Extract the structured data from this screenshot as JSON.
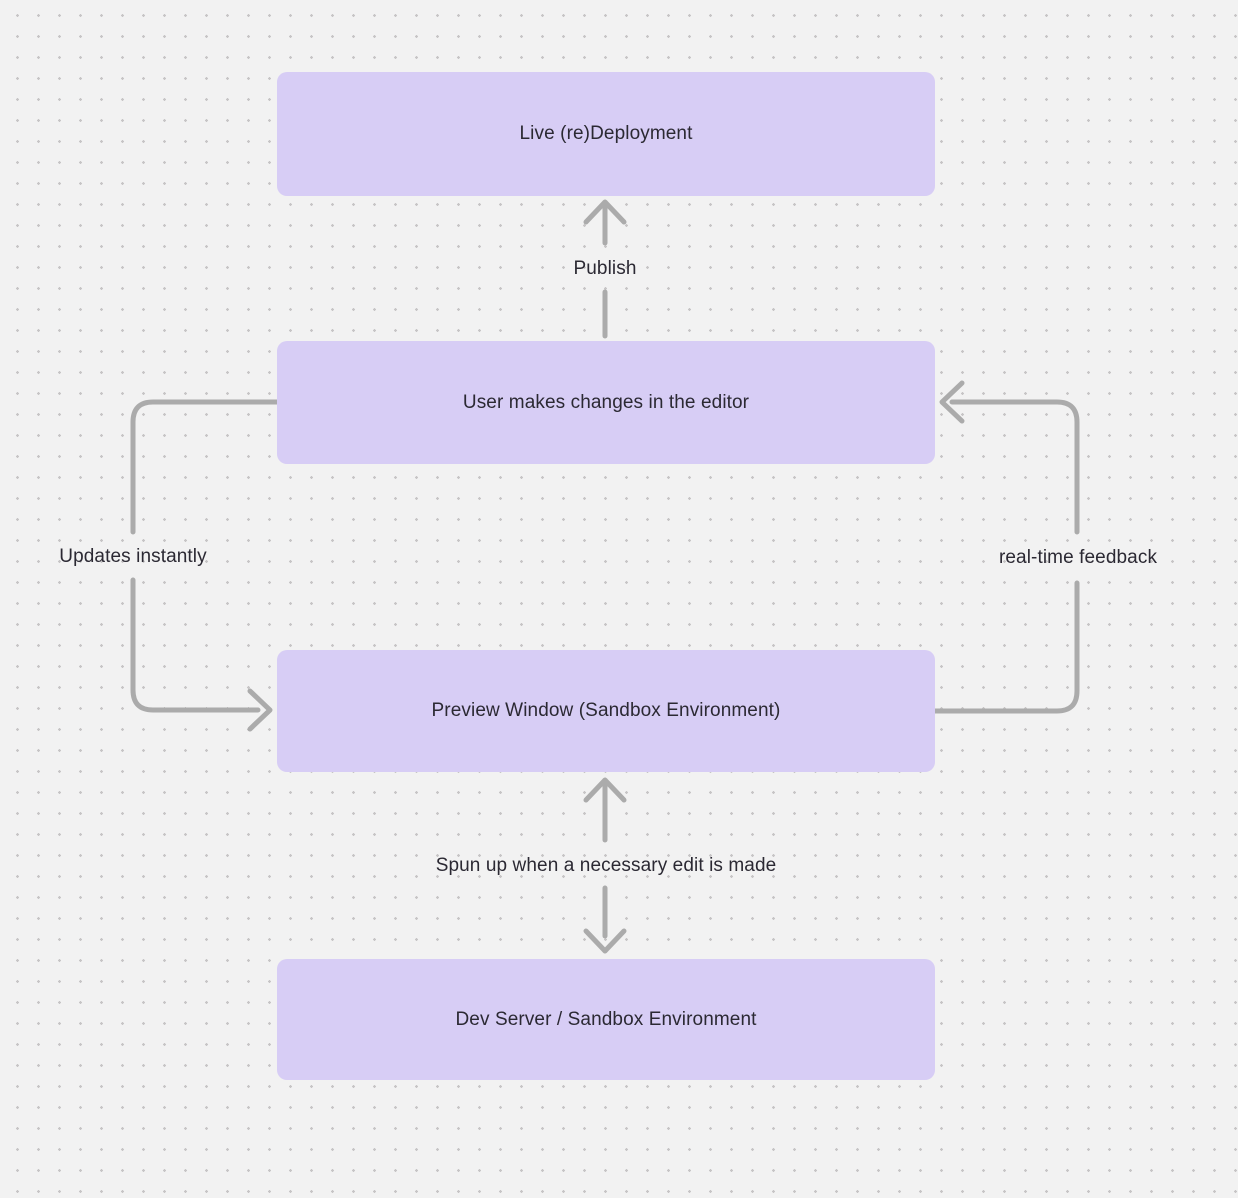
{
  "diagram": {
    "background_color": "#f2f2f2",
    "dot_color": "#c7c5c6",
    "node_fill": "#d7cdf5",
    "text_color": "#2b2933",
    "connector_color": "#ababab",
    "nodes": [
      {
        "id": "live-redeployment",
        "label": "Live (re)Deployment"
      },
      {
        "id": "user-editor",
        "label": "User makes changes in the editor"
      },
      {
        "id": "preview-window",
        "label": "Preview Window (Sandbox Environment)"
      },
      {
        "id": "dev-server",
        "label": "Dev Server / Sandbox Environment"
      }
    ],
    "edges": [
      {
        "label": "Publish",
        "from": "user-editor",
        "to": "live-redeployment",
        "direction": "up"
      },
      {
        "label": "Updates instantly",
        "from": "user-editor",
        "to": "preview-window",
        "direction": "down-left-loop"
      },
      {
        "label": "real-time feedback",
        "from": "preview-window",
        "to": "user-editor",
        "direction": "up-right-loop"
      },
      {
        "label": "Spun up when a necessary edit is made",
        "from": "preview-window",
        "to": "dev-server",
        "direction": "bidirectional"
      }
    ]
  }
}
